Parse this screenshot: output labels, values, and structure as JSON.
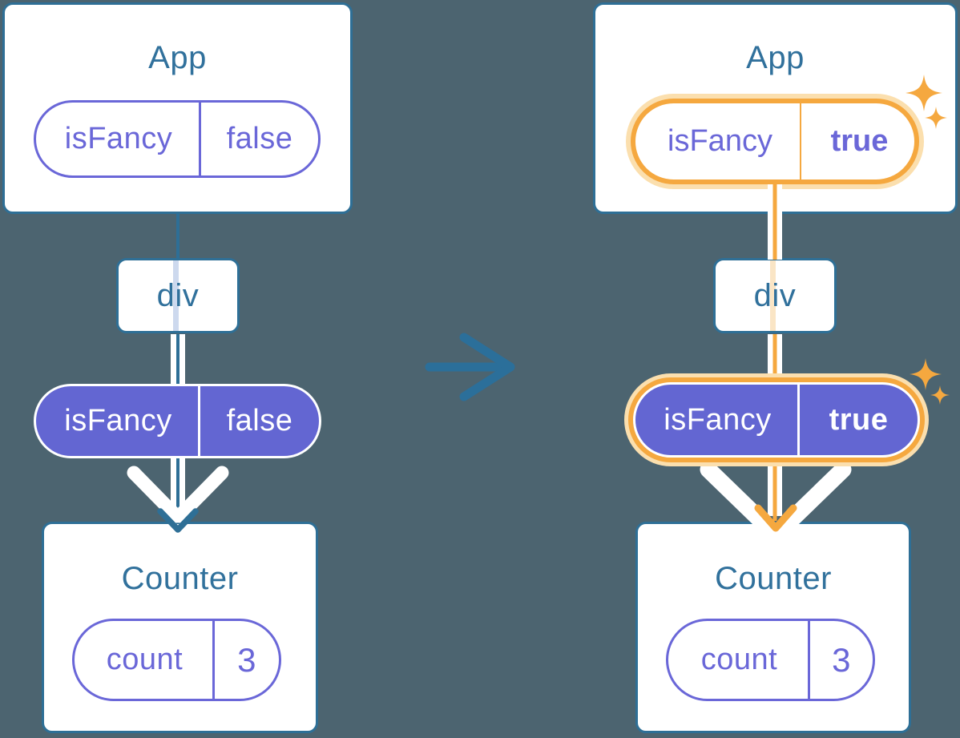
{
  "colors": {
    "background": "#4C6470",
    "teal_stroke": "#2E6F96",
    "teal_text": "#31719C",
    "purple_stroke": "#6A67D8",
    "purple_fill": "#6366D2",
    "orange": "#F5A83F",
    "orange_halo": "#FBDFAE",
    "div_stripe_blue": "#CDD9EE",
    "div_stripe_orange": "#FAE5C5",
    "white": "#FFFFFF"
  },
  "left_tree": {
    "app": {
      "title": "App",
      "state_pill": {
        "name": "isFancy",
        "value": "false"
      }
    },
    "div_node": {
      "label": "div"
    },
    "prop_pill": {
      "name": "isFancy",
      "value": "false"
    },
    "counter": {
      "title": "Counter",
      "state_pill": {
        "name": "count",
        "value": "3"
      }
    }
  },
  "right_tree": {
    "app": {
      "title": "App",
      "state_pill": {
        "name": "isFancy",
        "value": "true"
      }
    },
    "div_node": {
      "label": "div"
    },
    "prop_pill": {
      "name": "isFancy",
      "value": "true"
    },
    "counter": {
      "title": "Counter",
      "state_pill": {
        "name": "count",
        "value": "3"
      }
    }
  },
  "icons": {
    "transition_arrow": "right-arrow",
    "sparkles": "sparkles",
    "flow_chevron": "down-chevron",
    "arrowhead": "down-arrowhead"
  }
}
